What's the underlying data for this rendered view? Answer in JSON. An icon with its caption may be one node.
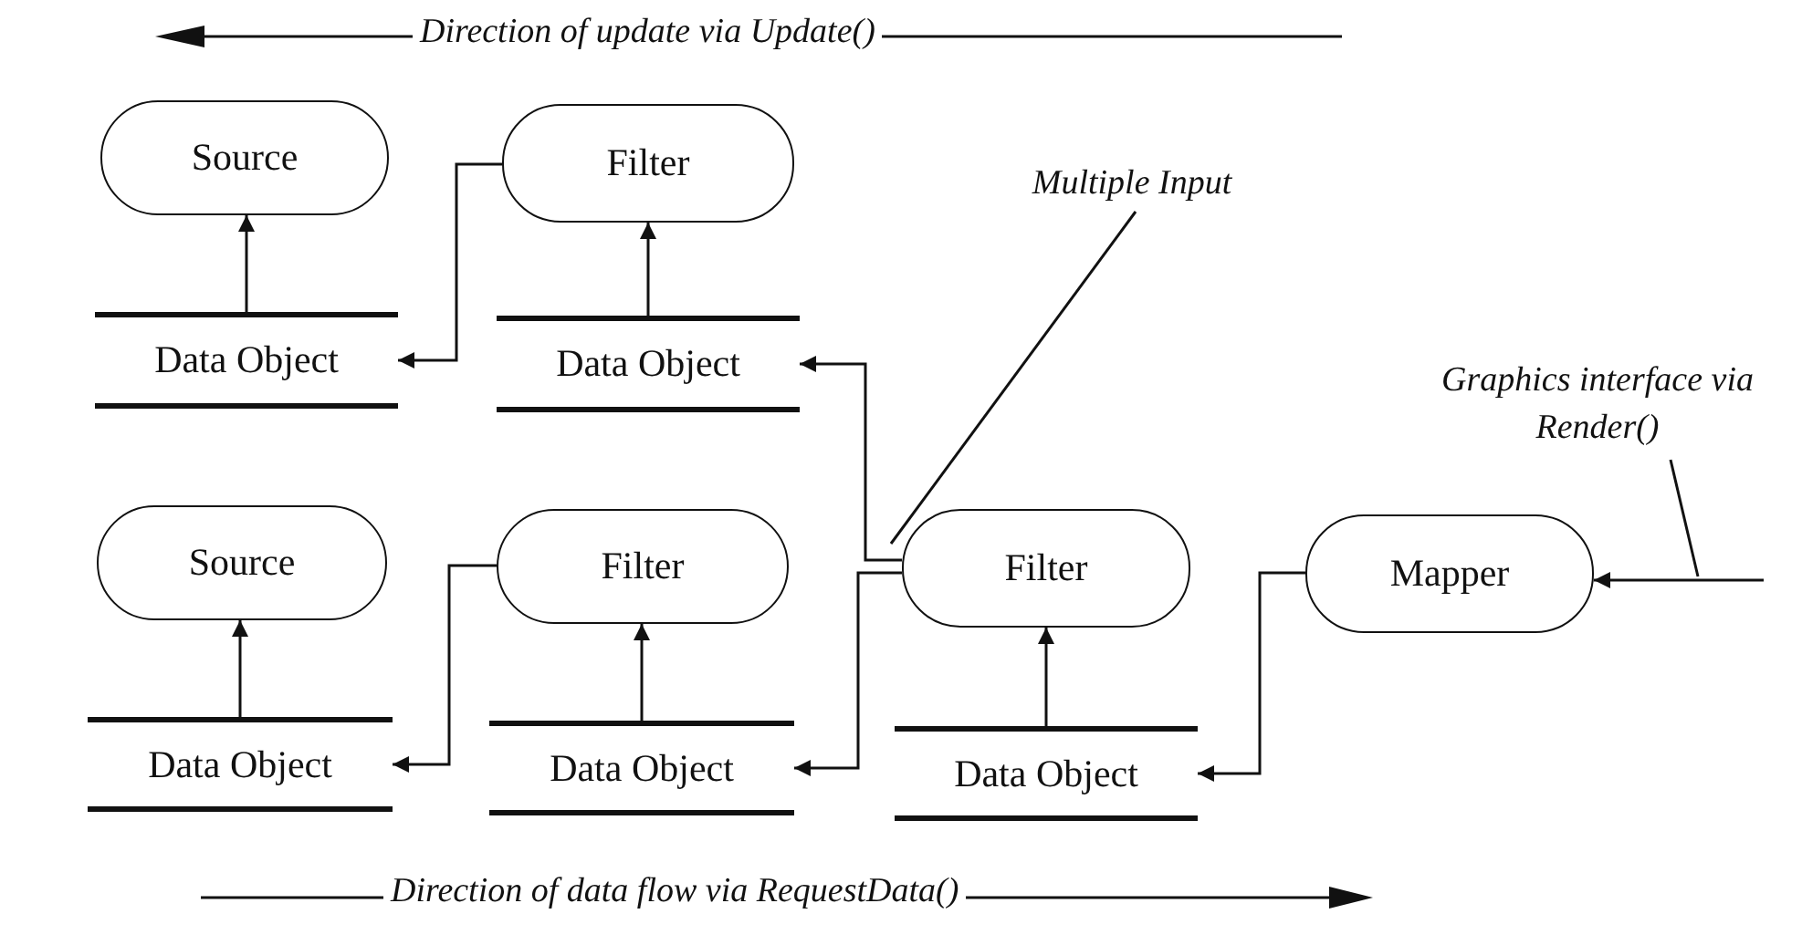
{
  "diagram": {
    "nodes": [
      {
        "text": [
          "Source"
        ]
      },
      {
        "text": [
          "Filter"
        ]
      },
      {
        "text": [
          "Data Object"
        ]
      },
      {
        "text": [
          "Data Object"
        ]
      },
      {
        "text": [
          "Source"
        ]
      },
      {
        "text": [
          "Filter"
        ]
      },
      {
        "text": [
          "Data Object"
        ]
      },
      {
        "text": [
          "Data Object"
        ]
      },
      {
        "text": [
          "Filter"
        ]
      },
      {
        "text": [
          "Mapper"
        ]
      },
      {
        "text": [
          "Data Object"
        ]
      },
      {
        "text": [
          "Multiple Input"
        ]
      },
      {
        "text": [
          "Graphics interface via Render()"
        ]
      }
    ],
    "edges": [
      {
        "from": 2,
        "to": 0,
        "arrow": "to"
      },
      {
        "from": 3,
        "to": 1,
        "arrow": "to"
      },
      {
        "from": 1,
        "to": 2,
        "arrow": "to"
      },
      {
        "from": 8,
        "to": 3,
        "arrow": "to"
      },
      {
        "from": 6,
        "to": 4,
        "arrow": "to"
      },
      {
        "from": 7,
        "to": 5,
        "arrow": "to"
      },
      {
        "from": 5,
        "to": 6,
        "arrow": "to"
      },
      {
        "from": 8,
        "to": 7,
        "arrow": "to"
      },
      {
        "from": 10,
        "to": 8,
        "arrow": "to"
      },
      {
        "from": 9,
        "to": 10,
        "arrow": "to"
      },
      {
        "from": null,
        "to": 9,
        "arrow": "to"
      },
      {
        "from": 11,
        "to": 8,
        "arrow": "none"
      },
      {
        "from": 12,
        "to": null,
        "arrow": "none"
      }
    ],
    "labels": [
      "Direction of update via Update()",
      "Direction of data flow via RequestData()"
    ]
  }
}
